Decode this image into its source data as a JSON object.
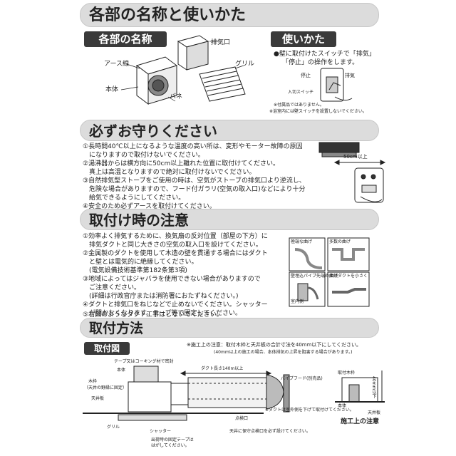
{
  "colors": {
    "header_bg": "#dcdcdc",
    "pill_bg": "#3a3a3a",
    "text": "#222222",
    "accent_gray": "#555555"
  },
  "sections": {
    "parts_and_usage": "各部の名称と使いかた",
    "must_follow": "必ずお守りください",
    "install_notes": "取付け時の注意",
    "install_method": "取付方法"
  },
  "parts": {
    "pill": "各部の名称",
    "labels": {
      "exhaust": "排気口",
      "grill": "グリル",
      "earth": "アース線",
      "body": "本体",
      "spring": "バネ"
    }
  },
  "usage": {
    "pill": "使いかた",
    "line1": "●壁に取付けたスイッチで「排気」",
    "line2": "「停止」の操作をします。",
    "stop": "停止",
    "exhaust": "排気",
    "switch": "入切スイッチ",
    "note1": "※付属品ではありません。",
    "note2": "※浴室内には壁スイッチを設置しないでください。"
  },
  "must": {
    "items": [
      "①長時間40℃以上になるような温度の高い所は、変形やモーター故障の原因",
      "　になりますので取付けないでください。",
      "②湯沸器からは横方向に50cm以上離れた位置に取付けてください。",
      "　真上は高温となりますので絶対に取付けないでください。",
      "③自然排気型ストーブをご使用の時は、空気がストーブの排気口より逆流し、",
      "　危険な場合がありますので、フード付ガラリ(空気の取入口)などにより十分",
      "　給気できるようにしてください。",
      "④安全のため必ずアースを取付けてください。"
    ],
    "distance": "50cm以上"
  },
  "install_notes": {
    "items": [
      "①効率よく排気するために、換気扇の反対位置（部屋の下方）に",
      "　排気ダクトと同じ大きさの空気の取入口を設けてください。",
      "②金属製のダクトを使用して木造の壁を貫通する場合にはダクト",
      "　と壁とは電気的に絶縁してください。",
      "　(電気設備技術基準第182条第3項)",
      "③地域によってはジャバラを使用できない場合がありますので",
      "　ご注意ください。",
      "　(詳細は行政官庁または消防署におたずねください。)",
      "④ダクトと排気口をねじなどで止めないでください。シャッター",
      "　が開かなくなります。テープ等で固定してください。",
      "⑤右図のようなダクト工事はしないでください。"
    ],
    "fig": {
      "extreme_bend": "極端な曲げ",
      "many_bends": "多数の曲げ",
      "tip_bend": "壁埋込パイプ先端の曲げ",
      "connect_short": "接続ダクトを小さく",
      "room": "室内側"
    }
  },
  "install_method": {
    "pill": "取付図",
    "note1": "※施工上の注意：取付木枠と天井板の合計寸法を40mm以下にしてください。",
    "note2": "(40mm以上の施工の場合、本体排気の上昇を阻害する場合があります。)",
    "labels": {
      "tape": "テープ又はコーキング材で密封",
      "body": "本体",
      "frame": "木枠",
      "frame_sub": "（天井の野縁に固定）",
      "ceiling": "天井板",
      "duct": "ダクト長さ140m以上",
      "pipe_hood": "パイプフード(別売品)",
      "inspection": "点検口",
      "grill": "グリル",
      "shutter": "シャッター",
      "shutter_note": "出荷時の固定テープは",
      "shutter_note2": "はがしてください。",
      "inspect_note": "天井に保守点検口を必ず設けてください。",
      "slope": "※ダクトは室外側を下げて取付けてください。",
      "frame2": "取付木枠",
      "body2": "本体",
      "ceiling2": "天井板",
      "dim": "40mm以下",
      "caution": "施工上の注意"
    }
  }
}
